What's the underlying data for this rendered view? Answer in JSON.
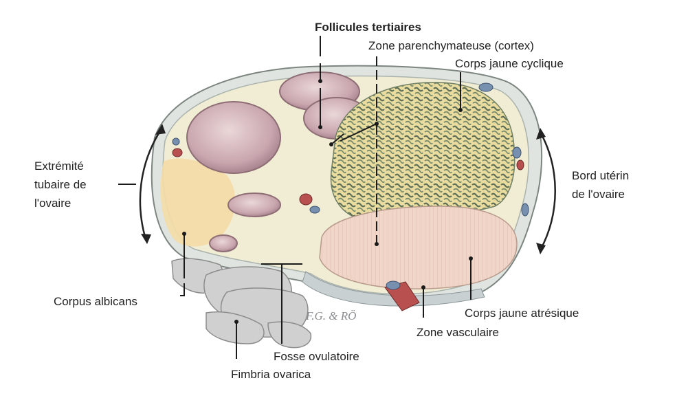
{
  "labels": {
    "follicules_tertiaires": "Follicules tertiaires",
    "zone_parenchymateuse": "Zone parenchymateuse (cortex)",
    "corps_jaune_cyclique": "Corps jaune cyclique",
    "extremite_tubaire": [
      "Extrémité",
      "tubaire de",
      "l'ovaire"
    ],
    "bord_uterin": [
      "Bord utérin",
      "de l'ovaire"
    ],
    "corpus_albicans": "Corpus albicans",
    "corps_jaune_atresique": "Corps jaune atrésique",
    "zone_vasculaire": "Zone vasculaire",
    "fosse_ovulatoire": "Fosse ovulatoire",
    "fimbria_ovarica": "Fimbria ovarica"
  },
  "signature": "F.G. & RÖ",
  "colors": {
    "capsule": "#dfe4e0",
    "stroma": "#f1ecd4",
    "follicle": "#c9a6ae",
    "corpus_luteum": "#e9dc9e",
    "luteal_folds": "#6f7f64",
    "atretic": "#efd6c8",
    "albicans": "#f4dca6",
    "fimbria": "#cfd0cf",
    "vessel_red": "#b8504f",
    "vessel_blue": "#7890b0",
    "leader": "#1a1a1a"
  }
}
